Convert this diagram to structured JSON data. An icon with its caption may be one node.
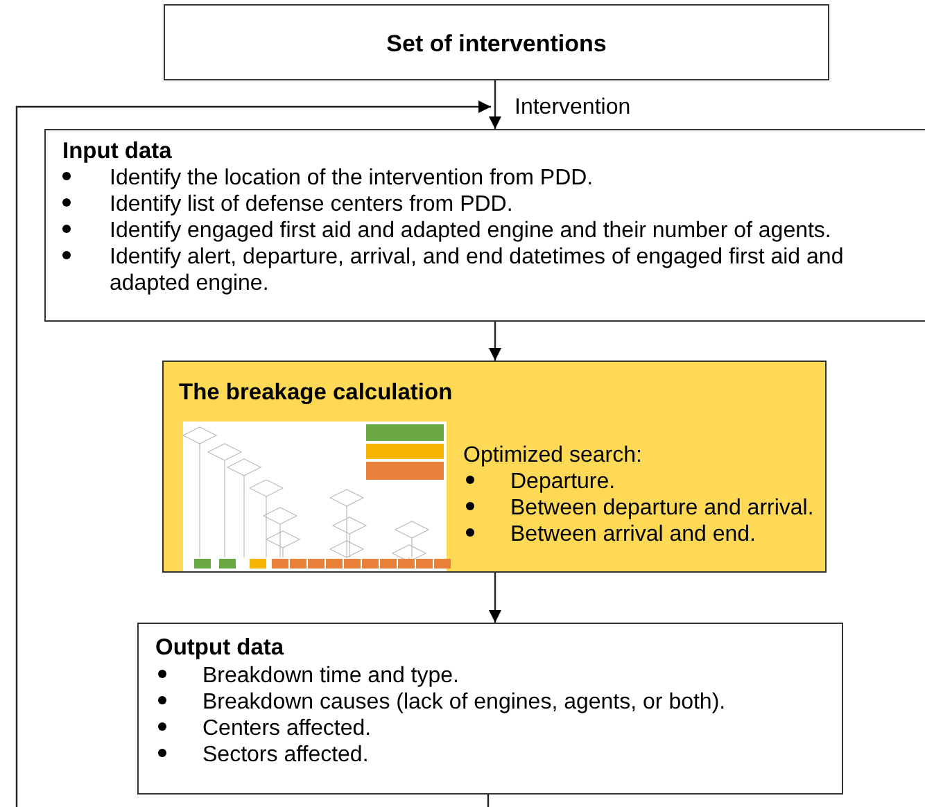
{
  "diagram": {
    "nodes": [
      {
        "text": [
          "Set of interventions"
        ]
      },
      {
        "text": [
          "Input data",
          "Identify the location of the intervention from PDD.",
          "Identify list of defense centers from PDD.",
          "Identify engaged first aid and adapted engine and their number of agents.",
          "Identify alert, departure, arrival, and end datetimes of engaged first aid and adapted engine."
        ]
      },
      {
        "text": [
          "The breakage calculation",
          "Optimized search:",
          "Departure.",
          "Between departure and arrival.",
          "Between arrival and end."
        ]
      },
      {
        "text": [],
        "shape": "picture",
        "in": 2
      },
      {
        "text": [
          "Output data",
          "Breakdown time and type.",
          "Breakdown causes (lack of engines, agents, or both).",
          "Centers affected.",
          "Sectors affected."
        ]
      }
    ],
    "edges": [
      {
        "from": 0,
        "to": 1,
        "arrow": "to",
        "label": "Intervention"
      },
      {
        "from": 1,
        "to": 2,
        "arrow": "to"
      },
      {
        "from": 2,
        "to": 4,
        "arrow": "to"
      },
      {
        "from": 4,
        "to": 1,
        "arrow": "to"
      }
    ]
  }
}
